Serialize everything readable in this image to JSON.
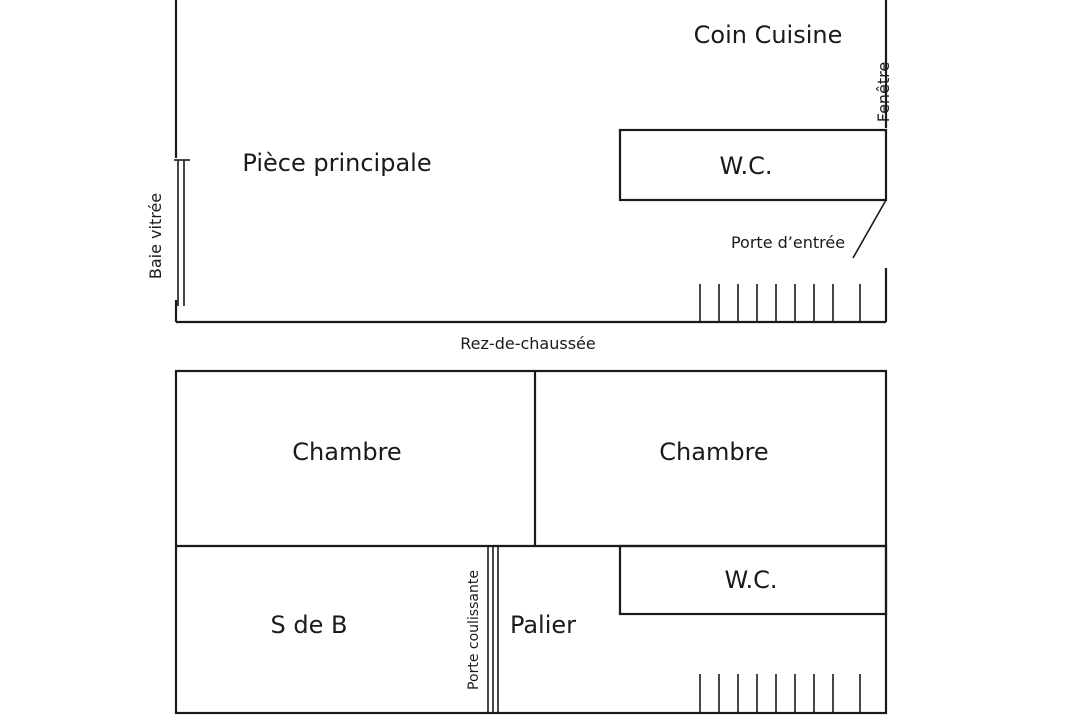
{
  "ground_floor": {
    "caption": "Rez-de-chaussée",
    "rooms": {
      "kitchen": "Coin Cuisine",
      "main_room": "Pièce principale",
      "wc": "W.C."
    },
    "openings": {
      "window": "Fenêtre",
      "entrance_door": "Porte d’entrée",
      "glass_door": "Baie vitrée"
    }
  },
  "upper_floor": {
    "rooms": {
      "bedroom_left": "Chambre",
      "bedroom_right": "Chambre",
      "bathroom": "S de B",
      "landing": "Palier",
      "wc": "W.C."
    },
    "openings": {
      "sliding_door": "Porte coulissante"
    }
  },
  "colors": {
    "line": "#1a1a1a",
    "background": "#ffffff"
  }
}
